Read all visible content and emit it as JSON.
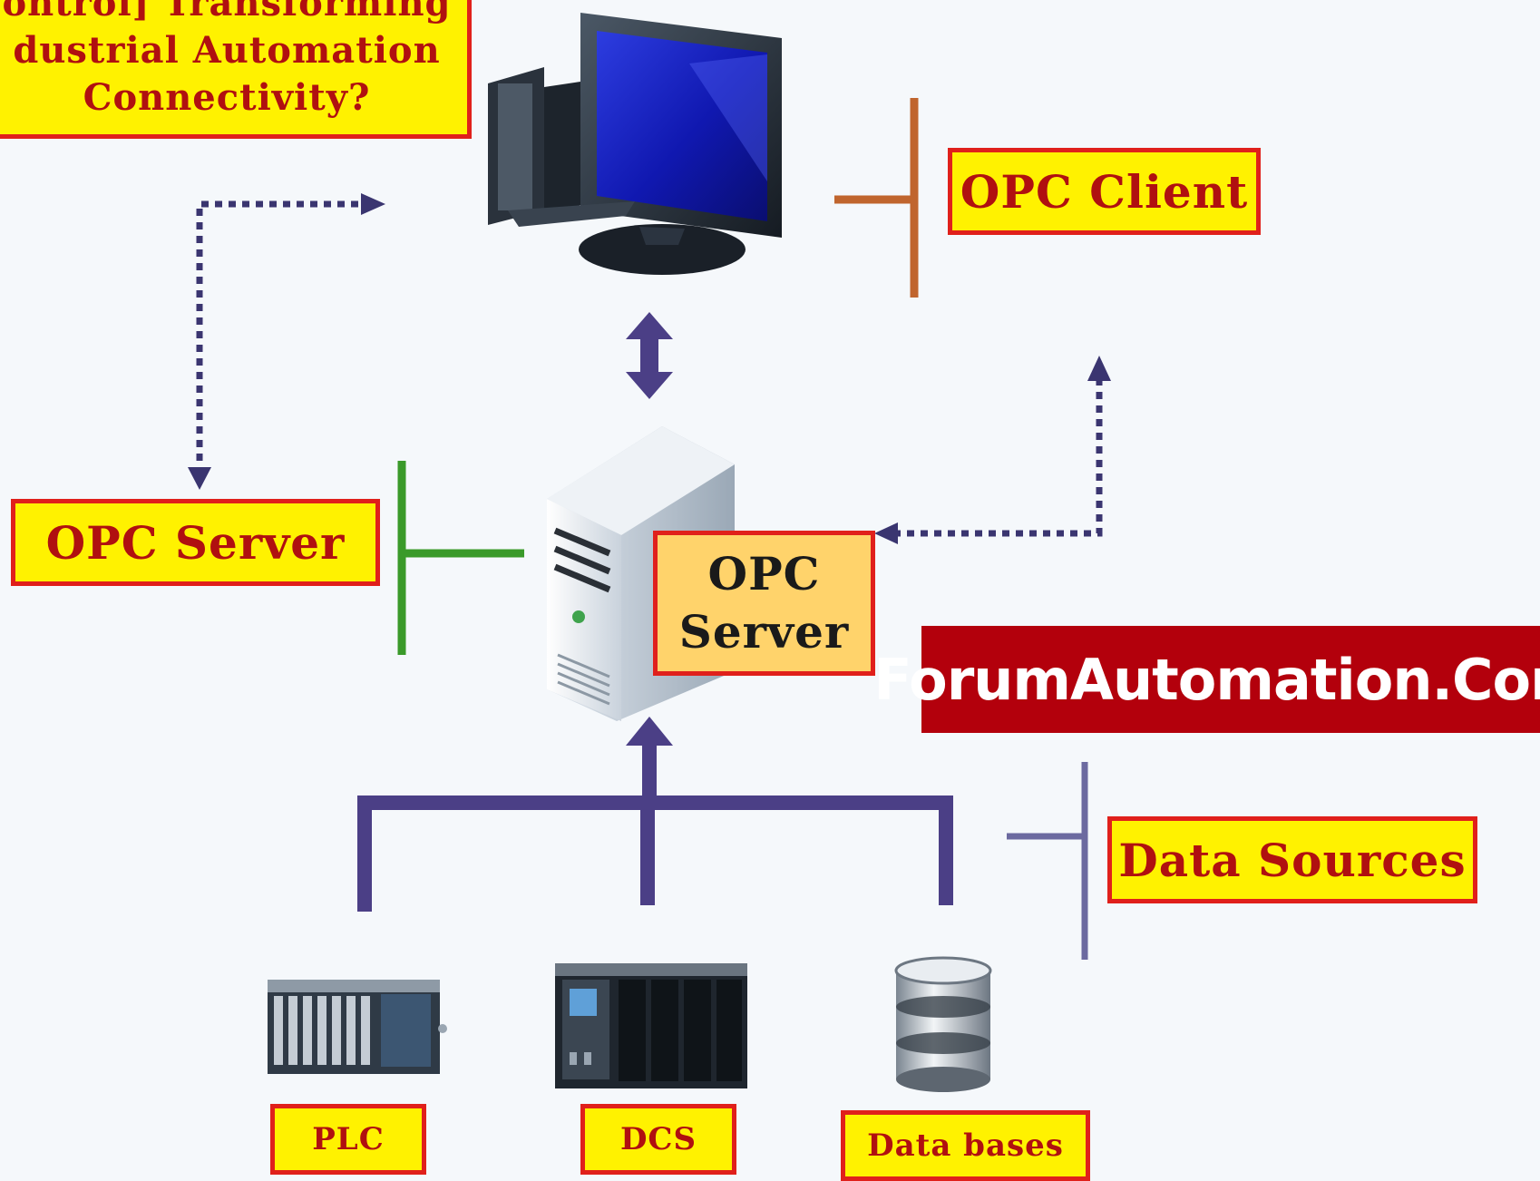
{
  "title_lines": [
    "ontrol] Transforming",
    "dustrial Automation",
    "Connectivity?"
  ],
  "labels": {
    "opc_client": "OPC Client",
    "opc_server": "OPC Server",
    "server_badge_line1": "OPC",
    "server_badge_line2": "Server",
    "data_sources": "Data Sources",
    "plc": "PLC",
    "dcs": "DCS",
    "databases": "Data bases"
  },
  "brand": "ForumAutomation.Com",
  "colors": {
    "label_fill": "#fff200",
    "label_border": "#e0201b",
    "label_text": "#b01010",
    "badge_fill": "#ffd36b",
    "banner": "#b3000c",
    "connector_purple": "#4b3f86",
    "client_bracket": "#c0652e",
    "server_bracket": "#3a9a2a",
    "sources_bracket": "#6c6aa0"
  },
  "icons": [
    "computer-monitor-icon",
    "server-tower-icon",
    "plc-rack-icon",
    "dcs-controller-icon",
    "database-icon"
  ]
}
